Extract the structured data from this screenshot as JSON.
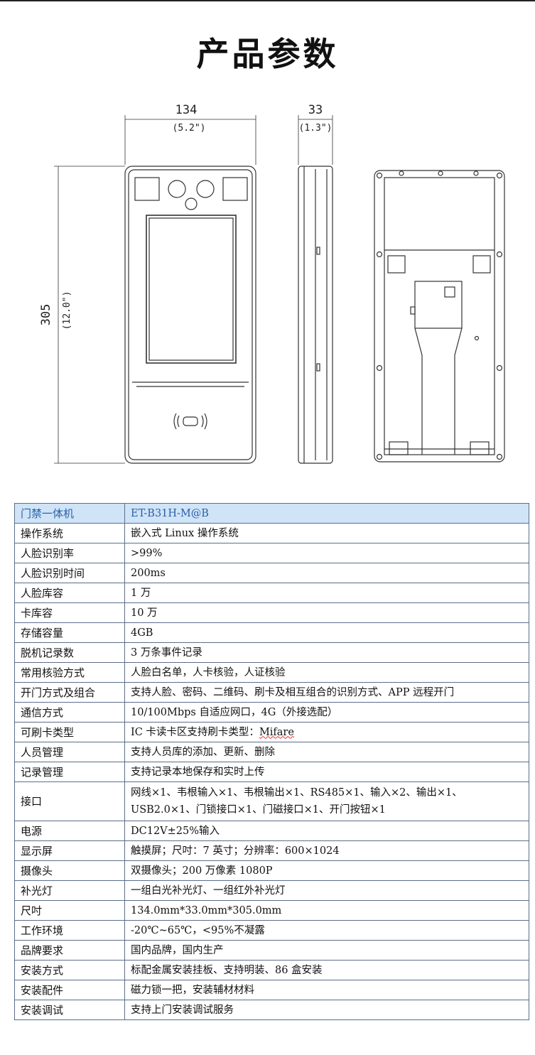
{
  "page": {
    "title": "产品参数"
  },
  "dimensions": {
    "width_mm": "134",
    "width_in": "(5.2\")",
    "depth_mm": "33",
    "depth_in": "(1.3\")",
    "height_mm": "305",
    "height_in": "(12.0\")"
  },
  "specs": {
    "header": {
      "label": "门禁一体机",
      "value": "ET-B31H-M@B"
    },
    "rows": [
      {
        "label": "操作系统",
        "value": "嵌入式 Linux 操作系统"
      },
      {
        "label": "人脸识别率",
        "value": ">99%"
      },
      {
        "label": "人脸识别时间",
        "value": "200ms"
      },
      {
        "label": "人脸库容",
        "value": "1 万"
      },
      {
        "label": "卡库容",
        "value": "10 万"
      },
      {
        "label": "存储容量",
        "value": "4GB"
      },
      {
        "label": "脱机记录数",
        "value": "3 万条事件记录"
      },
      {
        "label": "常用核验方式",
        "value": "人脸白名单，人卡核验，人证核验"
      },
      {
        "label": "开门方式及组合",
        "value": "支持人脸、密码、二维码、刷卡及相互组合的识别方式、APP 远程开门"
      },
      {
        "label": "通信方式",
        "value": "10/100Mbps 自适应网口，4G（外接选配）"
      },
      {
        "label": "可刷卡类型",
        "value_prefix": "IC 卡读卡区支持刷卡类型：",
        "value_suffix": "Mifare"
      },
      {
        "label": "人员管理",
        "value": "支持人员库的添加、更新、删除"
      },
      {
        "label": "记录管理",
        "value": "支持记录本地保存和实时上传"
      },
      {
        "label": "接口",
        "value_line1": "网线×1、韦根输入×1、韦根输出×1、RS485×1、输入×2、输出×1、",
        "value_line2": "USB2.0×1、门锁接口×1、门磁接口×1、开门按钮×1"
      },
      {
        "label": "电源",
        "value": "DC12V±25%输入"
      },
      {
        "label": "显示屏",
        "value": "触摸屏；尺吋：7 英寸；分辨率：600×1024"
      },
      {
        "label": "摄像头",
        "value": "双摄像头；200 万像素 1080P"
      },
      {
        "label": "补光灯",
        "value": "一组白光补光灯、一组红外补光灯"
      },
      {
        "label": "尺吋",
        "value": "134.0mm*33.0mm*305.0mm"
      },
      {
        "label": "工作环境",
        "value": "-20℃~65℃，<95%不凝露"
      },
      {
        "label": "品牌要求",
        "value": "国内品牌，国内生产"
      },
      {
        "label": "安装方式",
        "value": "标配金属安装挂板、支持明装、86 盒安装"
      },
      {
        "label": "安装配件",
        "value": "磁力锁一把，安装辅材材料"
      },
      {
        "label": "安装调试",
        "value": "支持上门安装调试服务"
      }
    ]
  }
}
